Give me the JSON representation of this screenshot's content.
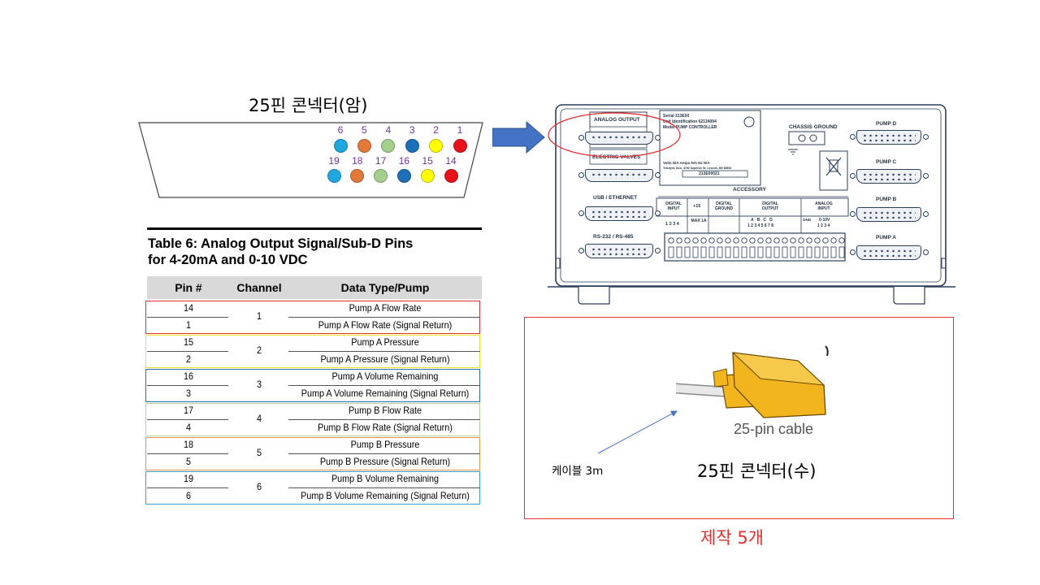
{
  "female_connector": {
    "title": "25핀 콘넥터(암)",
    "top_row": [
      {
        "num": "6",
        "color": "#1fa8e0"
      },
      {
        "num": "5",
        "color": "#e2793a"
      },
      {
        "num": "4",
        "color": "#a5cf8c"
      },
      {
        "num": "3",
        "color": "#1c6fb8"
      },
      {
        "num": "2",
        "color": "#ffff00"
      },
      {
        "num": "1",
        "color": "#e8121a"
      }
    ],
    "bottom_row": [
      {
        "num": "19",
        "color": "#1fa8e0"
      },
      {
        "num": "18",
        "color": "#e2793a"
      },
      {
        "num": "17",
        "color": "#a5cf8c"
      },
      {
        "num": "16",
        "color": "#1c6fb8"
      },
      {
        "num": "15",
        "color": "#ffff00"
      },
      {
        "num": "14",
        "color": "#e8121a"
      }
    ]
  },
  "table": {
    "title_line1": "Table 6: Analog Output Signal/Sub-D Pins",
    "title_line2": "for 4-20mA and 0-10 VDC",
    "headers": [
      "Pin #",
      "Channel",
      "Data Type/Pump"
    ],
    "groups": [
      {
        "channel": "1",
        "color": "#e03030",
        "rows": [
          [
            "14",
            "Pump A Flow Rate"
          ],
          [
            "1",
            "Pump A Flow Rate (Signal Return)"
          ]
        ]
      },
      {
        "channel": "2",
        "color": "#f2e02a",
        "rows": [
          [
            "15",
            "Pump A Pressure"
          ],
          [
            "2",
            "Pump A Pressure (Signal Return)"
          ]
        ]
      },
      {
        "channel": "3",
        "color": "#2e6fa8",
        "rows": [
          [
            "16",
            "Pump A Volume Remaining"
          ],
          [
            "3",
            "Pump A Volume Remaining (Signal Return)"
          ]
        ]
      },
      {
        "channel": "4",
        "color": "#b5d49c",
        "rows": [
          [
            "17",
            "Pump B Flow Rate"
          ],
          [
            "4",
            "Pump B Flow Rate (Signal Return)"
          ]
        ]
      },
      {
        "channel": "5",
        "color": "#e0954a",
        "rows": [
          [
            "18",
            "Pump B Pressure"
          ],
          [
            "5",
            "Pump B Pressure (Signal Return)"
          ]
        ]
      },
      {
        "channel": "6",
        "color": "#35a0c8",
        "rows": [
          [
            "19",
            "Pump B Volume Remaining"
          ],
          [
            "6",
            "Pump B Volume Remaining (Signal Return)"
          ]
        ]
      }
    ]
  },
  "controller_panel": {
    "analog_output": "ANALOG OUTPUT",
    "electric_valves": "ELECTRIC VALVES",
    "usb_ethernet": "USB / ETHERNET",
    "rs232": "RS-232 / RS-485",
    "chassis_ground": "CHASSIS GROUND",
    "pump_d": "PUMP D",
    "pump_c": "PUMP C",
    "pump_b": "PUMP B",
    "pump_a": "PUMP A",
    "accessory": "ACCESSORY",
    "serial_line": "Serial 213E00",
    "unit_line": "Unit Identification 62124094",
    "model_line": "Model PUMP CONTROLLER",
    "volts_line": "Volts N/A  Amps N/A  Hz N/A",
    "maker_line": "Teledyne Isco, 4700 Superior St. Lincoln, NE 68504",
    "serial_box": "213E00021",
    "term_digital_input": "DIGITAL INPUT",
    "term_digital_input_pins": "1 2 3 4",
    "term_plus15": "+15",
    "term_max": "MAX 1A",
    "term_digital_ground": "DIGITAL GROUND",
    "term_digital_output": "DIGITAL OUTPUT",
    "term_digital_output_letters": "A   B   C   D",
    "term_digital_output_pins": "1 2 3 4 5 6 7 8",
    "term_gnd": "GND",
    "term_analog_input": "ANALOG INPUT",
    "term_analog_range": "0-10V",
    "term_analog_pins": "1 2 3 4"
  },
  "male_connector": {
    "cable_label": "25-pin cable",
    "cable_length": "케이블 3m",
    "title": "25핀 콘넥터(수)",
    "quantity_note": "제작 5개"
  },
  "colors": {
    "arrow": "#4472c4",
    "highlight": "#e03030",
    "connector_gold": "#f2b51d",
    "panel_line": "#2a3e5a"
  }
}
